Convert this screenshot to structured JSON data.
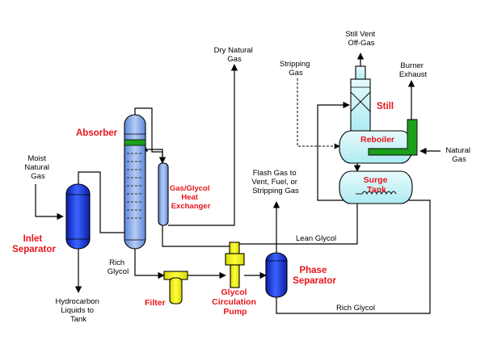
{
  "labels": {
    "dry_natural_gas": [
      "Dry Natural",
      "Gas"
    ],
    "still_vent": [
      "Still Vent",
      "Off-Gas"
    ],
    "stripping_gas": [
      "Stripping",
      "Gas"
    ],
    "burner_exhaust": [
      "Burner",
      "Exhaust"
    ],
    "still": "Still",
    "absorber": "Absorber",
    "reboiler": "Reboiler",
    "natural_gas": [
      "Natural",
      "Gas"
    ],
    "moist_natural_gas": [
      "Moist",
      "Natural",
      "Gas"
    ],
    "surge_tank": [
      "Surge",
      "Tank"
    ],
    "gas_glycol_heat_exchanger": [
      "Gas/Glycol",
      "Heat",
      "Exchanger"
    ],
    "flash_gas": [
      "Flash Gas to",
      "Vent, Fuel, or",
      "Stripping Gas"
    ],
    "inlet_separator": [
      "Inlet",
      "Separator"
    ],
    "lean_glycol": "Lean Glycol",
    "rich_glycol_absorber": [
      "Rich",
      "Glycol"
    ],
    "phase_separator": [
      "Phase",
      "Separator"
    ],
    "glycol_circulation_pump": [
      "Glycol",
      "Circulation",
      "Pump"
    ],
    "filter": "Filter",
    "hydrocarbon_liquids": [
      "Hydrocarbon",
      "Liquids to",
      "Tank"
    ],
    "rich_glycol_return": "Rich Glycol"
  },
  "colors": {
    "vessel_blue": "#1f3fd6",
    "absorber_blue": "#8fb0e6",
    "cyan_vessel": "#c9f3f7",
    "yellow": "#f5f500",
    "green": "#1aa01a",
    "label_red": "#e8141b"
  }
}
